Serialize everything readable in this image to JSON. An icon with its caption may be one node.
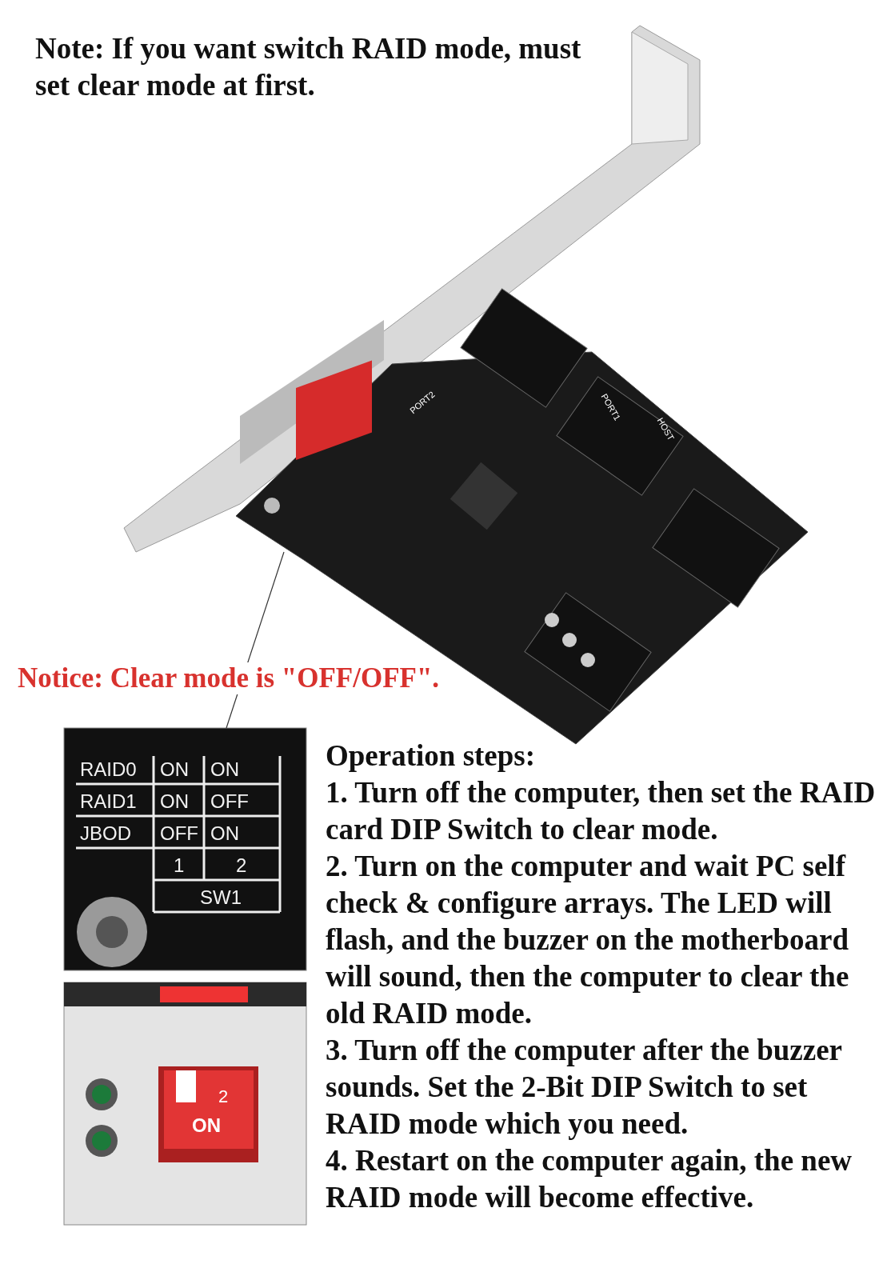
{
  "diagram": {
    "nodes": [
      {
        "text": [],
        "shape": "picture"
      },
      {
        "text": [],
        "shape": "picture"
      },
      {
        "text": [],
        "shape": "picture"
      }
    ],
    "edges": [
      {
        "from": 0,
        "to": 1,
        "arrow": "none"
      }
    ],
    "labels": [
      "Note: If you want switch RAID mode, must set clear mode at first.",
      "Notice: Clear mode is \"OFF/OFF\".",
      "PORT2",
      "PORT1",
      "HOST",
      "RAID0",
      "ON",
      "ON",
      "RAID1",
      "ON",
      "OFF",
      "JBOD",
      "OFF",
      "ON",
      "1",
      "2",
      "SW1",
      "2",
      "ON",
      "Operation steps:",
      "1. Turn off the computer, then set the RAID card DIP Switch to clear mode.",
      "2. Turn on the computer and wait PC self check & configure arrays.  The LED will flash, and the buzzer on the motherboard will sound, then the computer to clear the old RAID mode.",
      "3. Turn off the computer after the buzzer sounds. Set the 2-Bit DIP Switch to set RAID mode which you need.",
      "4. Restart on the computer again, the new RAID mode will become effective."
    ]
  }
}
